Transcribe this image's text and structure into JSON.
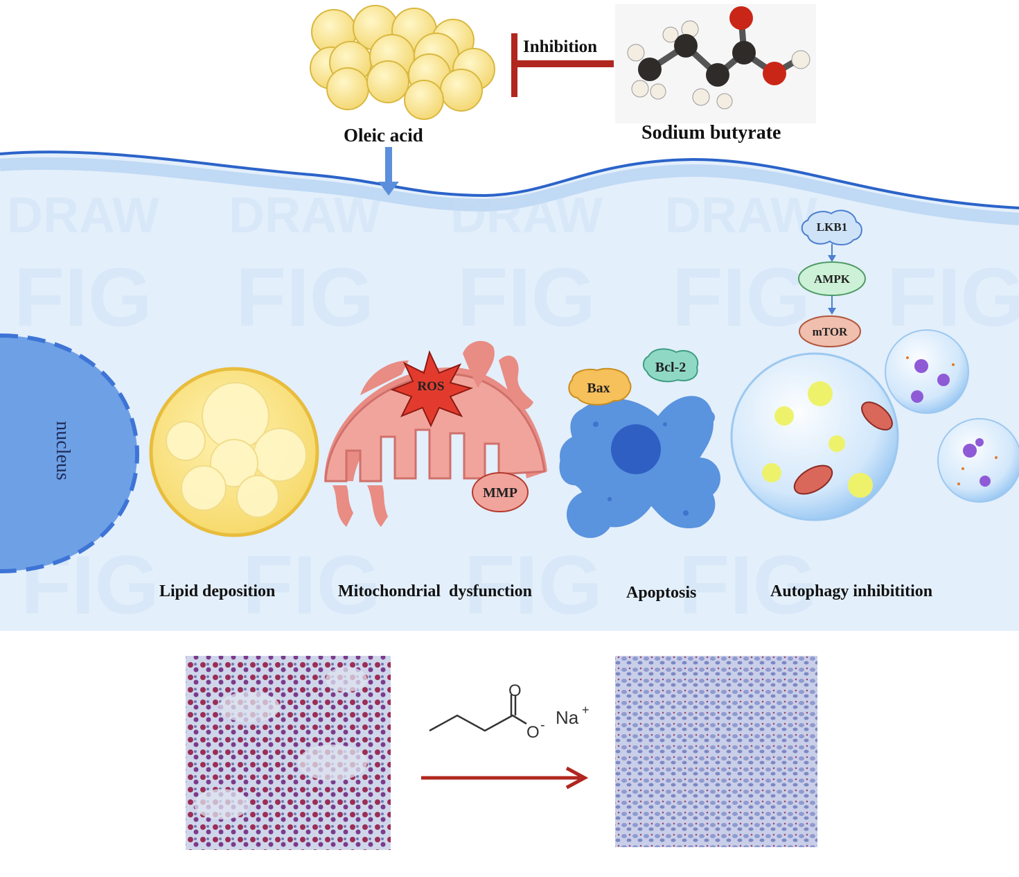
{
  "top": {
    "oleic_acid": "Oleic acid",
    "inhibition": "Inhibition",
    "sodium_butyrate": "Sodium butyrate"
  },
  "cell": {
    "nucleus": "nucleus",
    "lipid_deposition": "Lipid deposition",
    "mitochondrial_dysfunction": "Mitochondrial  dysfunction",
    "apoptosis": "Apoptosis",
    "autophagy_inhibition": "Autophagy inhibitition",
    "ros": "ROS",
    "mmp": "MMP",
    "bax": "Bax",
    "bcl2": "Bcl-2",
    "lkb1": "LKB1",
    "ampk": "AMPK",
    "mtor": "mTOR",
    "watermark": [
      "FIG",
      "DRAW"
    ]
  },
  "bottom": {
    "na": "Na",
    "plus": "+",
    "o_top": "O",
    "o_minus": "O",
    "minus": "-"
  },
  "colors": {
    "membrane": "#2b63c9",
    "cytoplasm": "#e3effb",
    "inhibition_bar": "#b0271f",
    "lipid_yellow": "#f7e08a",
    "mito_red": "#e88c84",
    "cell_blue": "#5a93de",
    "arrow_red": "#b0271f"
  },
  "icons": [
    "oleic-acid-droplets",
    "butyrate-ball-stick-model",
    "down-arrow-icon",
    "inhibition-tbar-icon",
    "right-arrow-icon",
    "ros-star-icon"
  ]
}
